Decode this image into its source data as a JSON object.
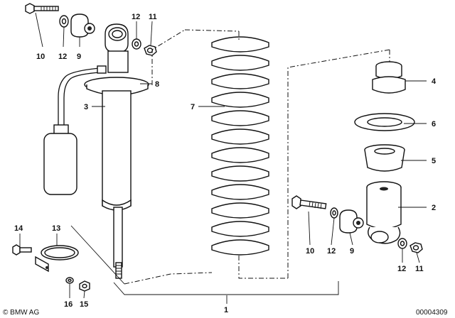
{
  "diagram": {
    "labels": [
      {
        "id": "label-10-top",
        "text": "10"
      },
      {
        "id": "label-12-top",
        "text": "12"
      },
      {
        "id": "label-9-top",
        "text": "9"
      },
      {
        "id": "label-12-upper",
        "text": "12"
      },
      {
        "id": "label-11-upper",
        "text": "11"
      },
      {
        "id": "label-8",
        "text": "8"
      },
      {
        "id": "label-3",
        "text": "3"
      },
      {
        "id": "label-7",
        "text": "7"
      },
      {
        "id": "label-4",
        "text": "4"
      },
      {
        "id": "label-6",
        "text": "6"
      },
      {
        "id": "label-5",
        "text": "5"
      },
      {
        "id": "label-2",
        "text": "2"
      },
      {
        "id": "label-14",
        "text": "14"
      },
      {
        "id": "label-13",
        "text": "13"
      },
      {
        "id": "label-16",
        "text": "16"
      },
      {
        "id": "label-15",
        "text": "15"
      },
      {
        "id": "label-10-bottom",
        "text": "10"
      },
      {
        "id": "label-12-bottom",
        "text": "12"
      },
      {
        "id": "label-9-bottom",
        "text": "9"
      },
      {
        "id": "label-12-lower",
        "text": "12"
      },
      {
        "id": "label-11-lower",
        "text": "11"
      },
      {
        "id": "label-1",
        "text": "1"
      }
    ],
    "copyright": "© BMW AG",
    "doc_number": "00004309"
  }
}
